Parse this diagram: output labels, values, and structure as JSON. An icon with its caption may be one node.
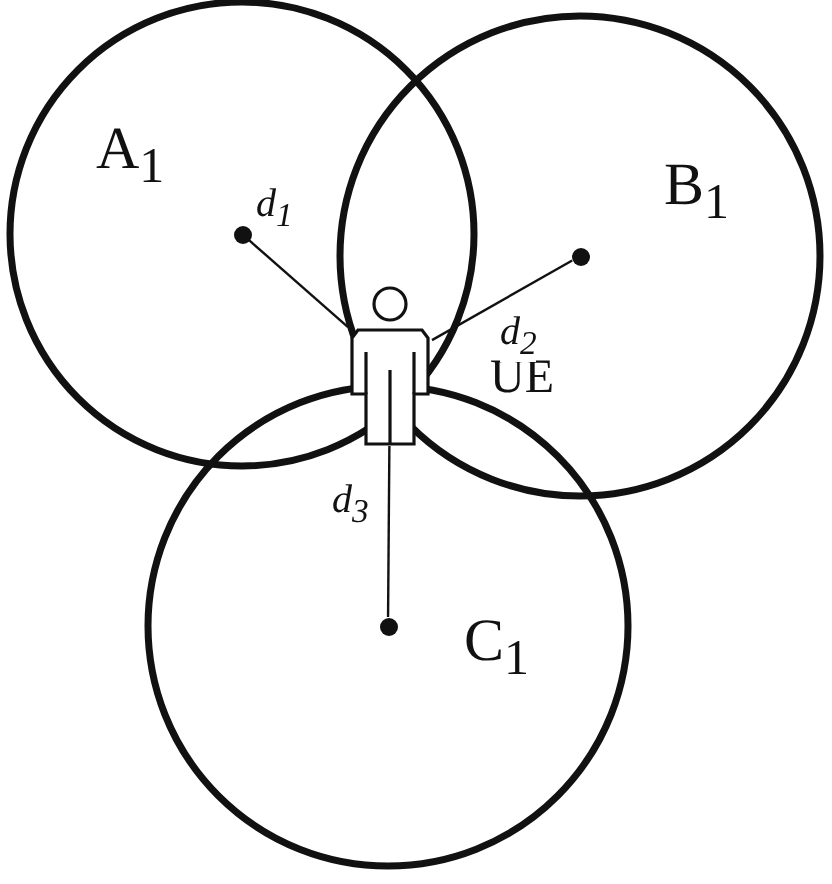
{
  "diagram": {
    "nodes": [
      {
        "text": [
          "A$_{1}$"
        ]
      },
      {
        "text": [
          "B$_{1}$"
        ]
      },
      {
        "text": [
          "C$_{1}$"
        ]
      },
      {
        "text": [],
        "shape": "circle",
        "in": 0
      },
      {
        "text": [],
        "shape": "circle",
        "in": 1
      },
      {
        "text": [],
        "shape": "circle",
        "in": 2
      },
      {
        "text": [],
        "shape": "person",
        "beside": [
          "UE"
        ]
      }
    ],
    "edges": [
      {
        "from": 3,
        "to": 6,
        "arrow": "none",
        "label": "d$_{1}$"
      },
      {
        "from": 4,
        "to": 6,
        "arrow": "none",
        "label": "d$_{2}$"
      },
      {
        "from": 5,
        "to": 6,
        "arrow": "none",
        "label": "d$_{3}$"
      }
    ]
  }
}
